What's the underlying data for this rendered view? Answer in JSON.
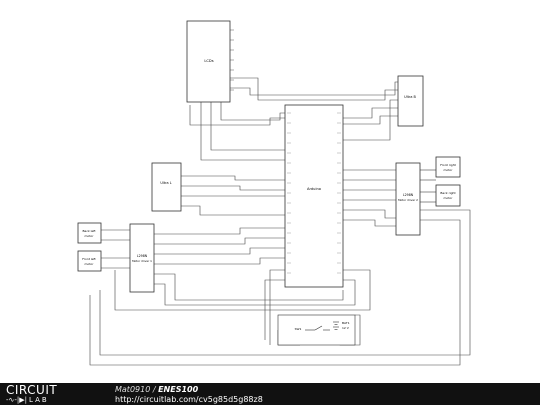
{
  "schematic": {
    "components": {
      "lcd": {
        "label": "LCDs"
      },
      "arduino": {
        "label": "Arduino"
      },
      "ultrasonic_b": {
        "label": "Ultra B"
      },
      "ultrasonic_l": {
        "label": "Ultra L"
      },
      "driver_left": {
        "label": "L298N",
        "sublabel": "Motor driver 1"
      },
      "driver_right": {
        "label": "L298N",
        "sublabel": "Motor driver 2"
      },
      "motor_back_left": {
        "label": "Back left",
        "sublabel": "motor"
      },
      "motor_front_left": {
        "label": "Front left",
        "sublabel": "motor"
      },
      "motor_front_right": {
        "label": "Front right",
        "sublabel": "motor"
      },
      "motor_back_right": {
        "label": "Back right",
        "sublabel": "motor"
      },
      "switch": {
        "label": "SW1"
      },
      "battery": {
        "label": "BAT1",
        "value": "12 V"
      }
    }
  },
  "footer": {
    "logo_top": "CIRCUIT",
    "logo_bottom": "LAB",
    "author": "Mat0910",
    "separator": " / ",
    "title": "ENES100",
    "url": "http://circuitlab.com/cv5g85d5g88z8"
  }
}
